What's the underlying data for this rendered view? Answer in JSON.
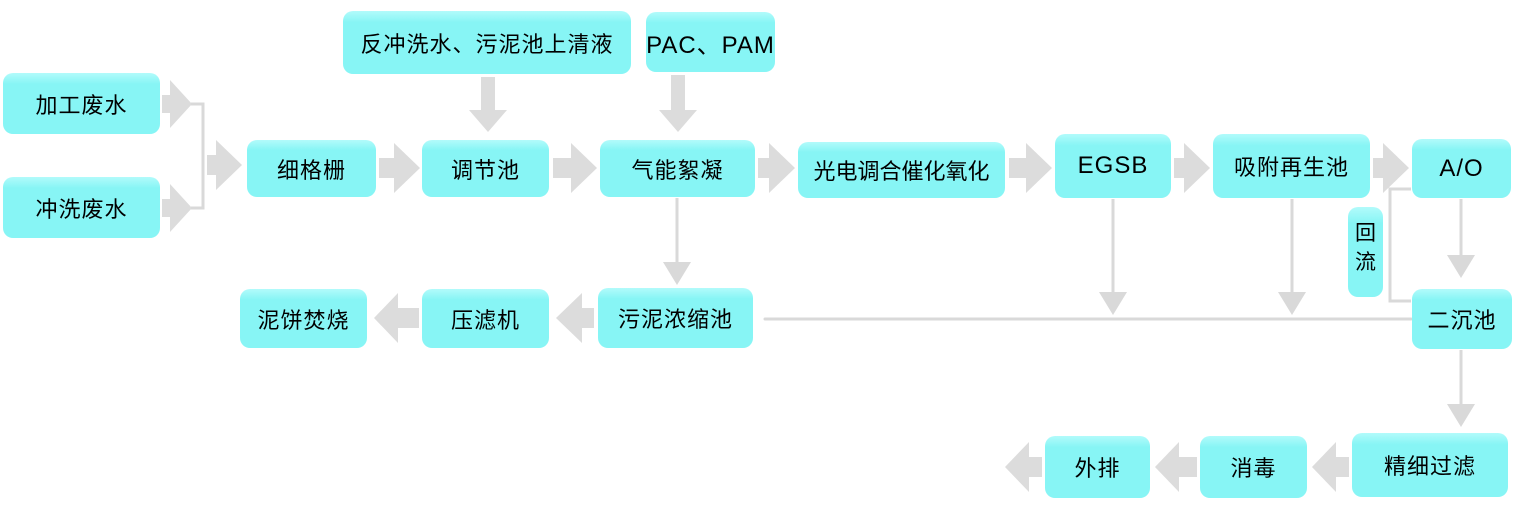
{
  "diagram_type": "process-flowchart",
  "language": "zh-CN",
  "colors": {
    "node_fill": "#87F5F5",
    "arrow_fill": "#DCDCDC",
    "connector_line": "#D9D9D9",
    "text": "#000000",
    "background": "#FFFFFF"
  },
  "nodes": {
    "processing_wastewater": {
      "label": "加工废水"
    },
    "rinse_wastewater": {
      "label": "冲洗废水"
    },
    "backwash_supernatant": {
      "label": "反冲洗水、污泥池上清液"
    },
    "pac_pam": {
      "label": "PAC、PAM"
    },
    "fine_screen": {
      "label": "细格栅"
    },
    "regulating_tank": {
      "label": "调节池"
    },
    "air_flocculation": {
      "label": "气能絮凝"
    },
    "photoelectric_catalytic_oxidation": {
      "label": "光电调合催化氧化"
    },
    "egsb": {
      "label": "EGSB"
    },
    "adsorption_regeneration_tank": {
      "label": "吸附再生池"
    },
    "ao": {
      "label": "A/O"
    },
    "reflux": {
      "label": "回流"
    },
    "secondary_sedimentation_tank": {
      "label": "二沉池"
    },
    "sludge_thickening_tank": {
      "label": "污泥浓缩池"
    },
    "filter_press": {
      "label": "压滤机"
    },
    "sludge_cake_incineration": {
      "label": "泥饼焚烧"
    },
    "fine_filtration": {
      "label": "精细过滤"
    },
    "disinfection": {
      "label": "消毒"
    },
    "discharge": {
      "label": "外排"
    }
  },
  "edges": [
    {
      "from": "processing_wastewater",
      "to": "fine_screen"
    },
    {
      "from": "rinse_wastewater",
      "to": "fine_screen"
    },
    {
      "from": "backwash_supernatant",
      "to": "regulating_tank"
    },
    {
      "from": "pac_pam",
      "to": "air_flocculation"
    },
    {
      "from": "fine_screen",
      "to": "regulating_tank"
    },
    {
      "from": "regulating_tank",
      "to": "air_flocculation"
    },
    {
      "from": "air_flocculation",
      "to": "photoelectric_catalytic_oxidation"
    },
    {
      "from": "photoelectric_catalytic_oxidation",
      "to": "egsb"
    },
    {
      "from": "egsb",
      "to": "adsorption_regeneration_tank"
    },
    {
      "from": "adsorption_regeneration_tank",
      "to": "ao"
    },
    {
      "from": "ao",
      "to": "secondary_sedimentation_tank"
    },
    {
      "from": "secondary_sedimentation_tank",
      "to": "ao",
      "label": "回流"
    },
    {
      "from": "air_flocculation",
      "to": "sludge_thickening_tank"
    },
    {
      "from": "egsb",
      "to": "sludge_thickening_tank"
    },
    {
      "from": "adsorption_regeneration_tank",
      "to": "sludge_thickening_tank"
    },
    {
      "from": "secondary_sedimentation_tank",
      "to": "sludge_thickening_tank"
    },
    {
      "from": "sludge_thickening_tank",
      "to": "filter_press"
    },
    {
      "from": "filter_press",
      "to": "sludge_cake_incineration"
    },
    {
      "from": "secondary_sedimentation_tank",
      "to": "fine_filtration"
    },
    {
      "from": "fine_filtration",
      "to": "disinfection"
    },
    {
      "from": "disinfection",
      "to": "discharge"
    },
    {
      "from": "discharge",
      "to": "outfall"
    }
  ]
}
